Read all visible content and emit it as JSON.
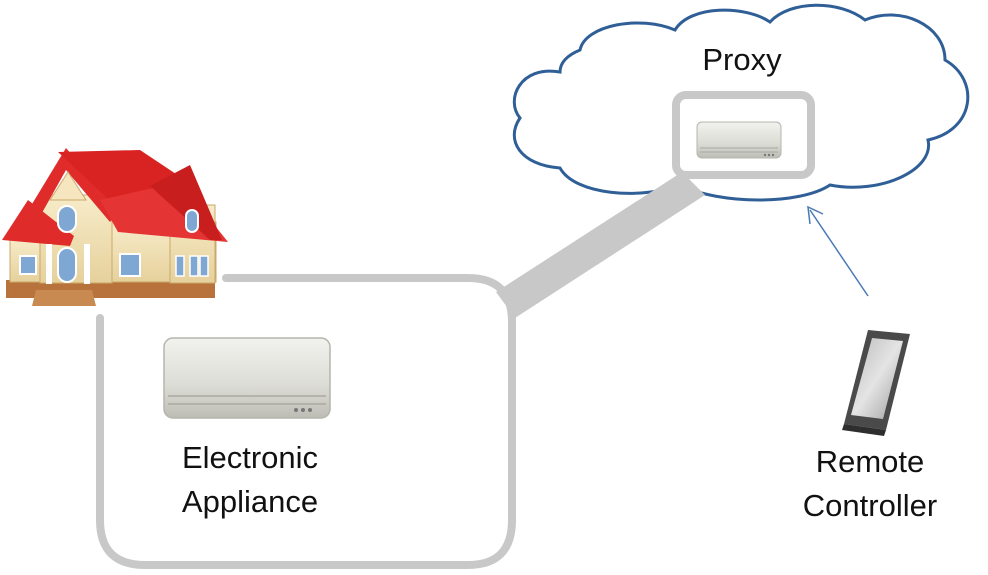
{
  "proxy": {
    "label": "Proxy"
  },
  "appliance": {
    "label_line1": "Electronic",
    "label_line2": "Appliance"
  },
  "remote": {
    "label_line1": "Remote",
    "label_line2": "Controller"
  },
  "colors": {
    "cloud_stroke": "#2f5f96",
    "link_gray": "#c8c8c8",
    "arrow_blue": "#4a7ab5",
    "roof_red": "#e02b2b",
    "wall_cream": "#f3e3b8",
    "brick": "#b8733c"
  },
  "icons": [
    "cloud-icon",
    "house-icon",
    "air-conditioner-icon",
    "smartphone-icon",
    "arrow-icon"
  ]
}
